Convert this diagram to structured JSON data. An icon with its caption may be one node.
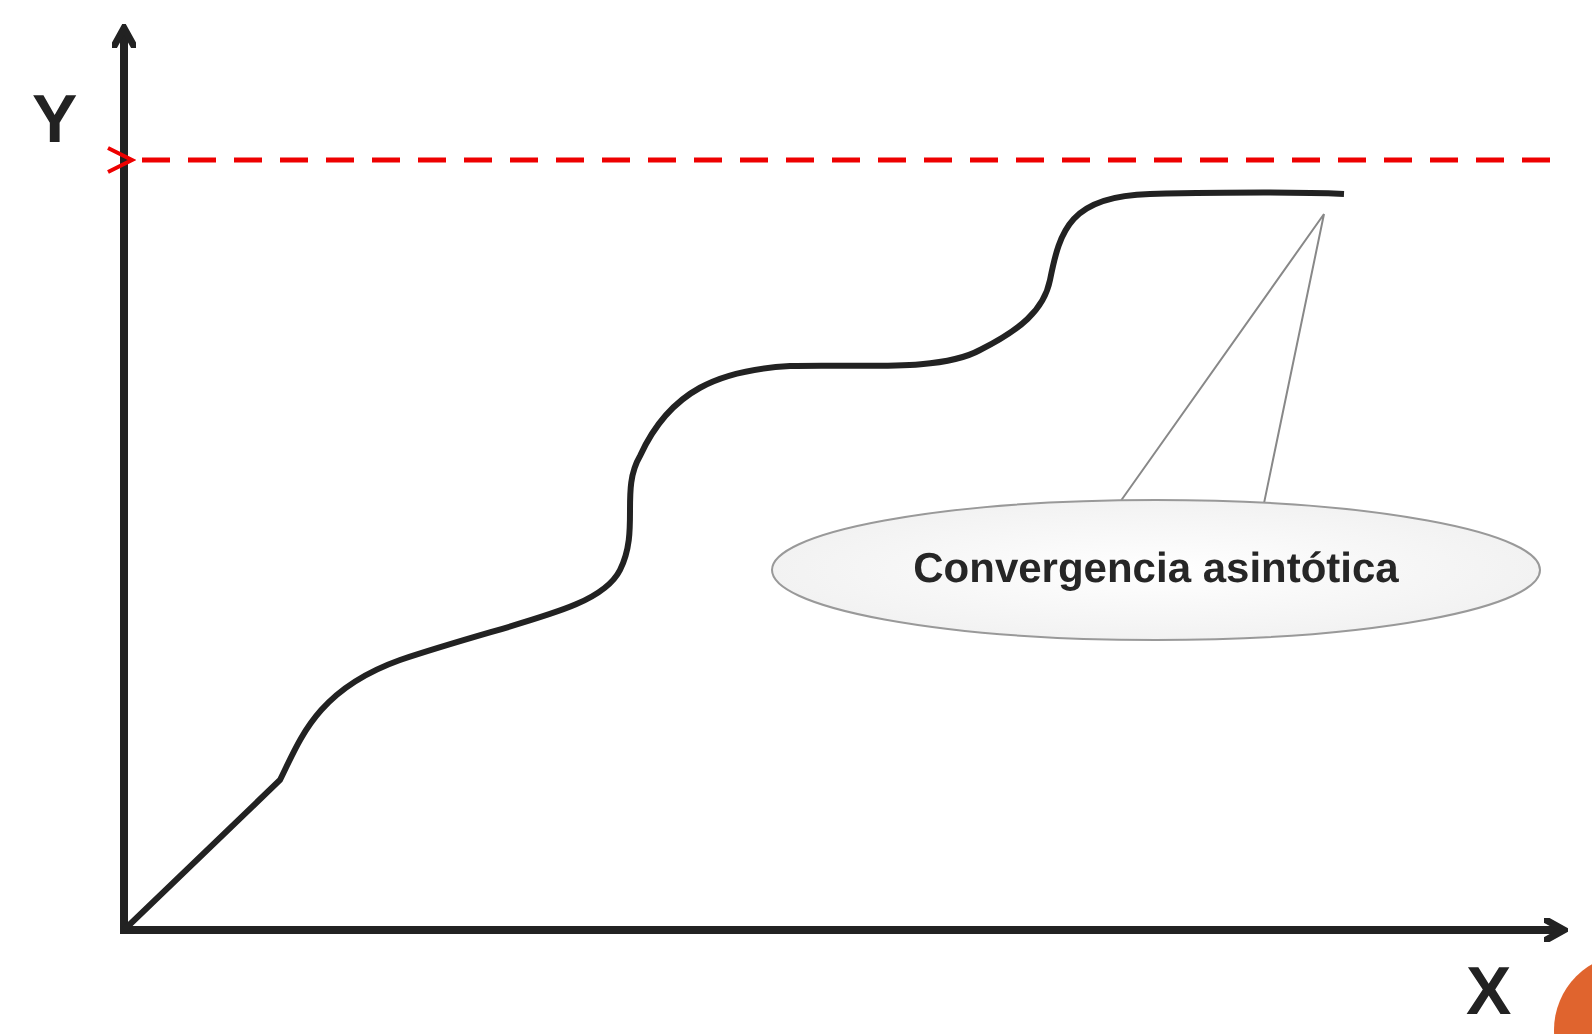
{
  "diagram": {
    "nodes": [
      {
        "text": [
          "Convergencia asintótica"
        ]
      },
      {
        "text": [],
        "shape": "picture"
      }
    ],
    "edges": [
      {
        "from": 0,
        "to": 1,
        "arrow": "none"
      }
    ],
    "labels": [
      "Y",
      "X"
    ]
  }
}
